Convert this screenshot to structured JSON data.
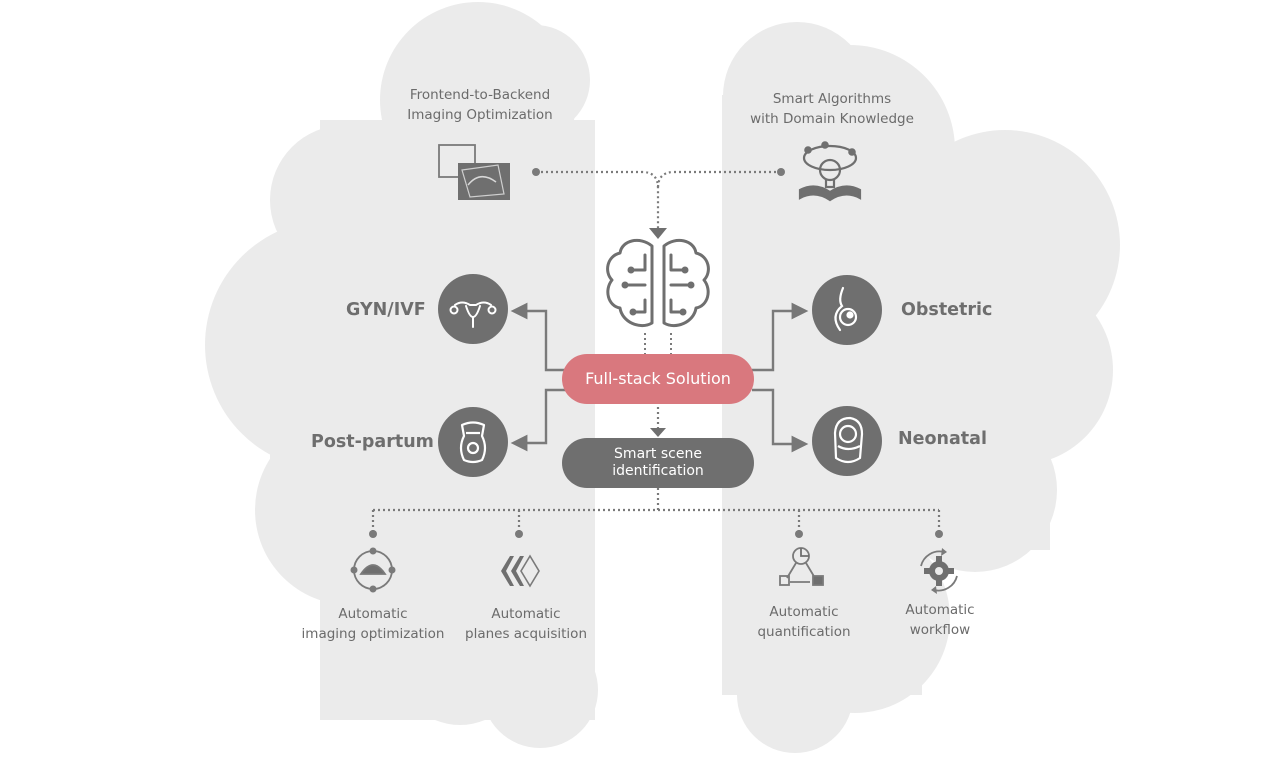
{
  "top_left": {
    "line1": "Frontend-to-Backend",
    "line2": "Imaging Optimization",
    "icon": "ultrasound-images-icon"
  },
  "top_right": {
    "line1": "Smart Algorithms",
    "line2": "with Domain Knowledge",
    "icon": "lightbulb-book-icon"
  },
  "center": {
    "icon": "brain-circuit-icon",
    "solution_label": "Full-stack Solution",
    "scene_line1": "Smart scene",
    "scene_line2": "identification"
  },
  "categories": {
    "gyn_ivf": {
      "label": "GYN/IVF",
      "icon": "uterus-icon"
    },
    "post_partum": {
      "label": "Post-partum",
      "icon": "postpartum-body-icon"
    },
    "obstetric": {
      "label": "Obstetric",
      "icon": "pregnant-woman-icon"
    },
    "neonatal": {
      "label": "Neonatal",
      "icon": "swaddled-baby-icon"
    }
  },
  "features": {
    "imaging": {
      "line1": "Automatic",
      "line2": "imaging optimization",
      "icon": "orbit-scan-icon"
    },
    "planes": {
      "line1": "Automatic",
      "line2": "planes acquisition",
      "icon": "planes-chevrons-icon"
    },
    "quant": {
      "line1": "Automatic",
      "line2": "quantification",
      "icon": "chart-nodes-icon"
    },
    "workflow": {
      "line1": "Automatic",
      "line2": "workflow",
      "icon": "gear-cycle-icon"
    }
  },
  "colors": {
    "cloud": "#ebebeb",
    "dark": "#6f6f6f",
    "accent": "#d9787e",
    "connector": "#7a7a7a",
    "text": "#6b6b6b"
  }
}
